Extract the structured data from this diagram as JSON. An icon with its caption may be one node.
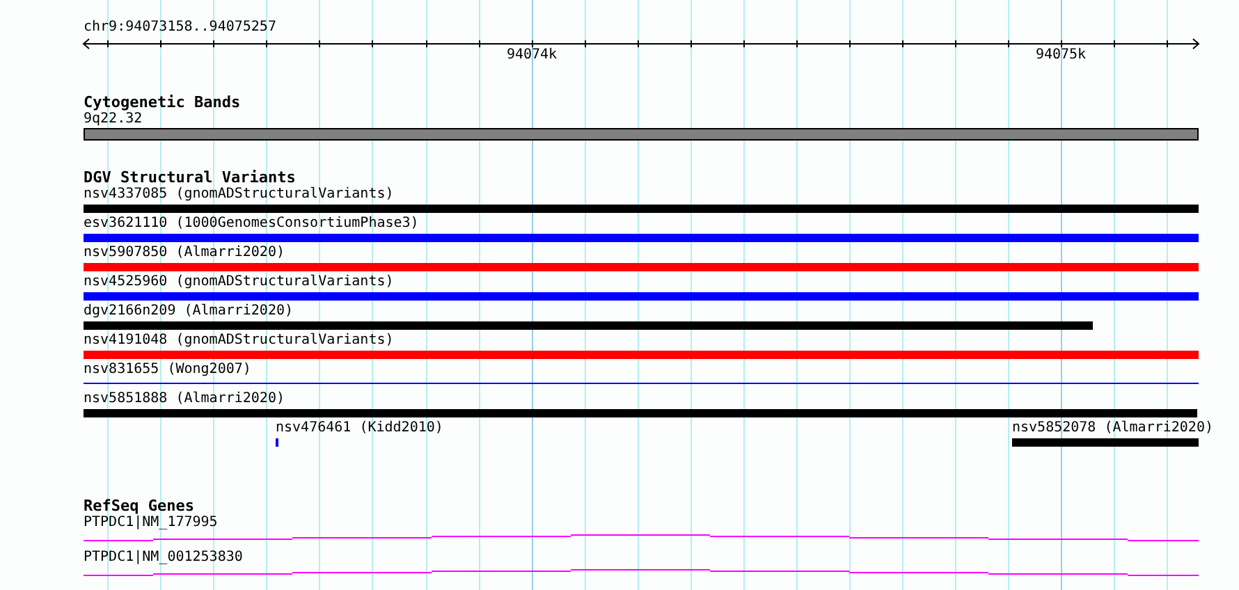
{
  "diagram": {
    "nodes": [
      {
        "text": [
          "9q22.32"
        ]
      },
      {
        "text": [
          "nsv4337085 (gnomADStructuralVariants)"
        ]
      },
      {
        "text": [
          "esv3621110 (1000GenomesConsortiumPhase3)"
        ]
      },
      {
        "text": [
          "nsv5907850 (Almarri2020)"
        ]
      },
      {
        "text": [
          "nsv4525960 (gnomADStructuralVariants)"
        ]
      },
      {
        "text": [
          "dgv2166n209 (Almarri2020)"
        ]
      },
      {
        "text": [
          "nsv4191048 (gnomADStructuralVariants)"
        ]
      },
      {
        "text": [
          "nsv831655 (Wong2007)"
        ]
      },
      {
        "text": [
          "nsv5851888 (Almarri2020)"
        ]
      },
      {
        "text": [
          "nsv476461 (Kidd2010)"
        ]
      },
      {
        "text": [
          "nsv5852078 (Almarri2020)"
        ]
      },
      {
        "text": [
          "PTPDC1|NM_177995"
        ]
      },
      {
        "text": [
          "PTPDC1|NM_001253830"
        ]
      }
    ],
    "labels": [
      "chr9:94073158..94075257",
      "94074k",
      "94075k",
      "Cytogenetic Bands",
      "DGV Structural Variants",
      "RefSeq Genes"
    ]
  }
}
